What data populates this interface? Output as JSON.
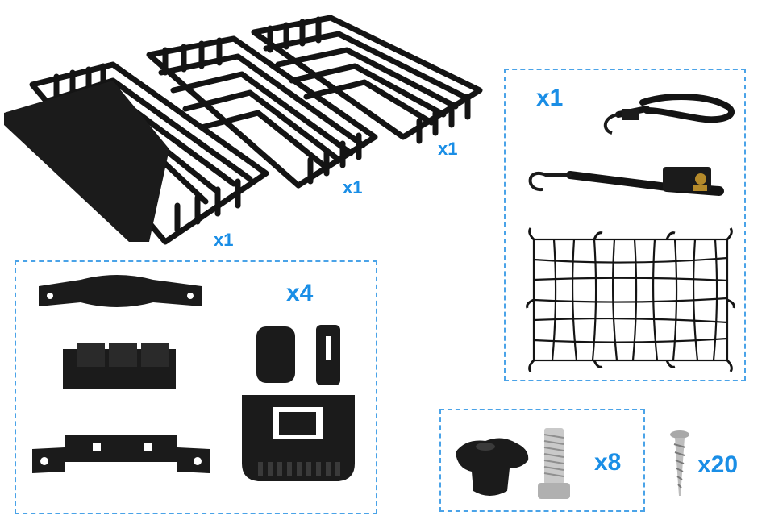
{
  "rack": {
    "labels": [
      "x1",
      "x1",
      "x1"
    ]
  },
  "straps_box": {
    "qty": "x1"
  },
  "brackets_box": {
    "qty": "x4"
  },
  "knob_box": {
    "qty": "x8"
  },
  "screws": {
    "qty": "x20"
  },
  "colors": {
    "accent": "#1a8ee6",
    "border": "#4aa3e8",
    "part": "#111111"
  }
}
